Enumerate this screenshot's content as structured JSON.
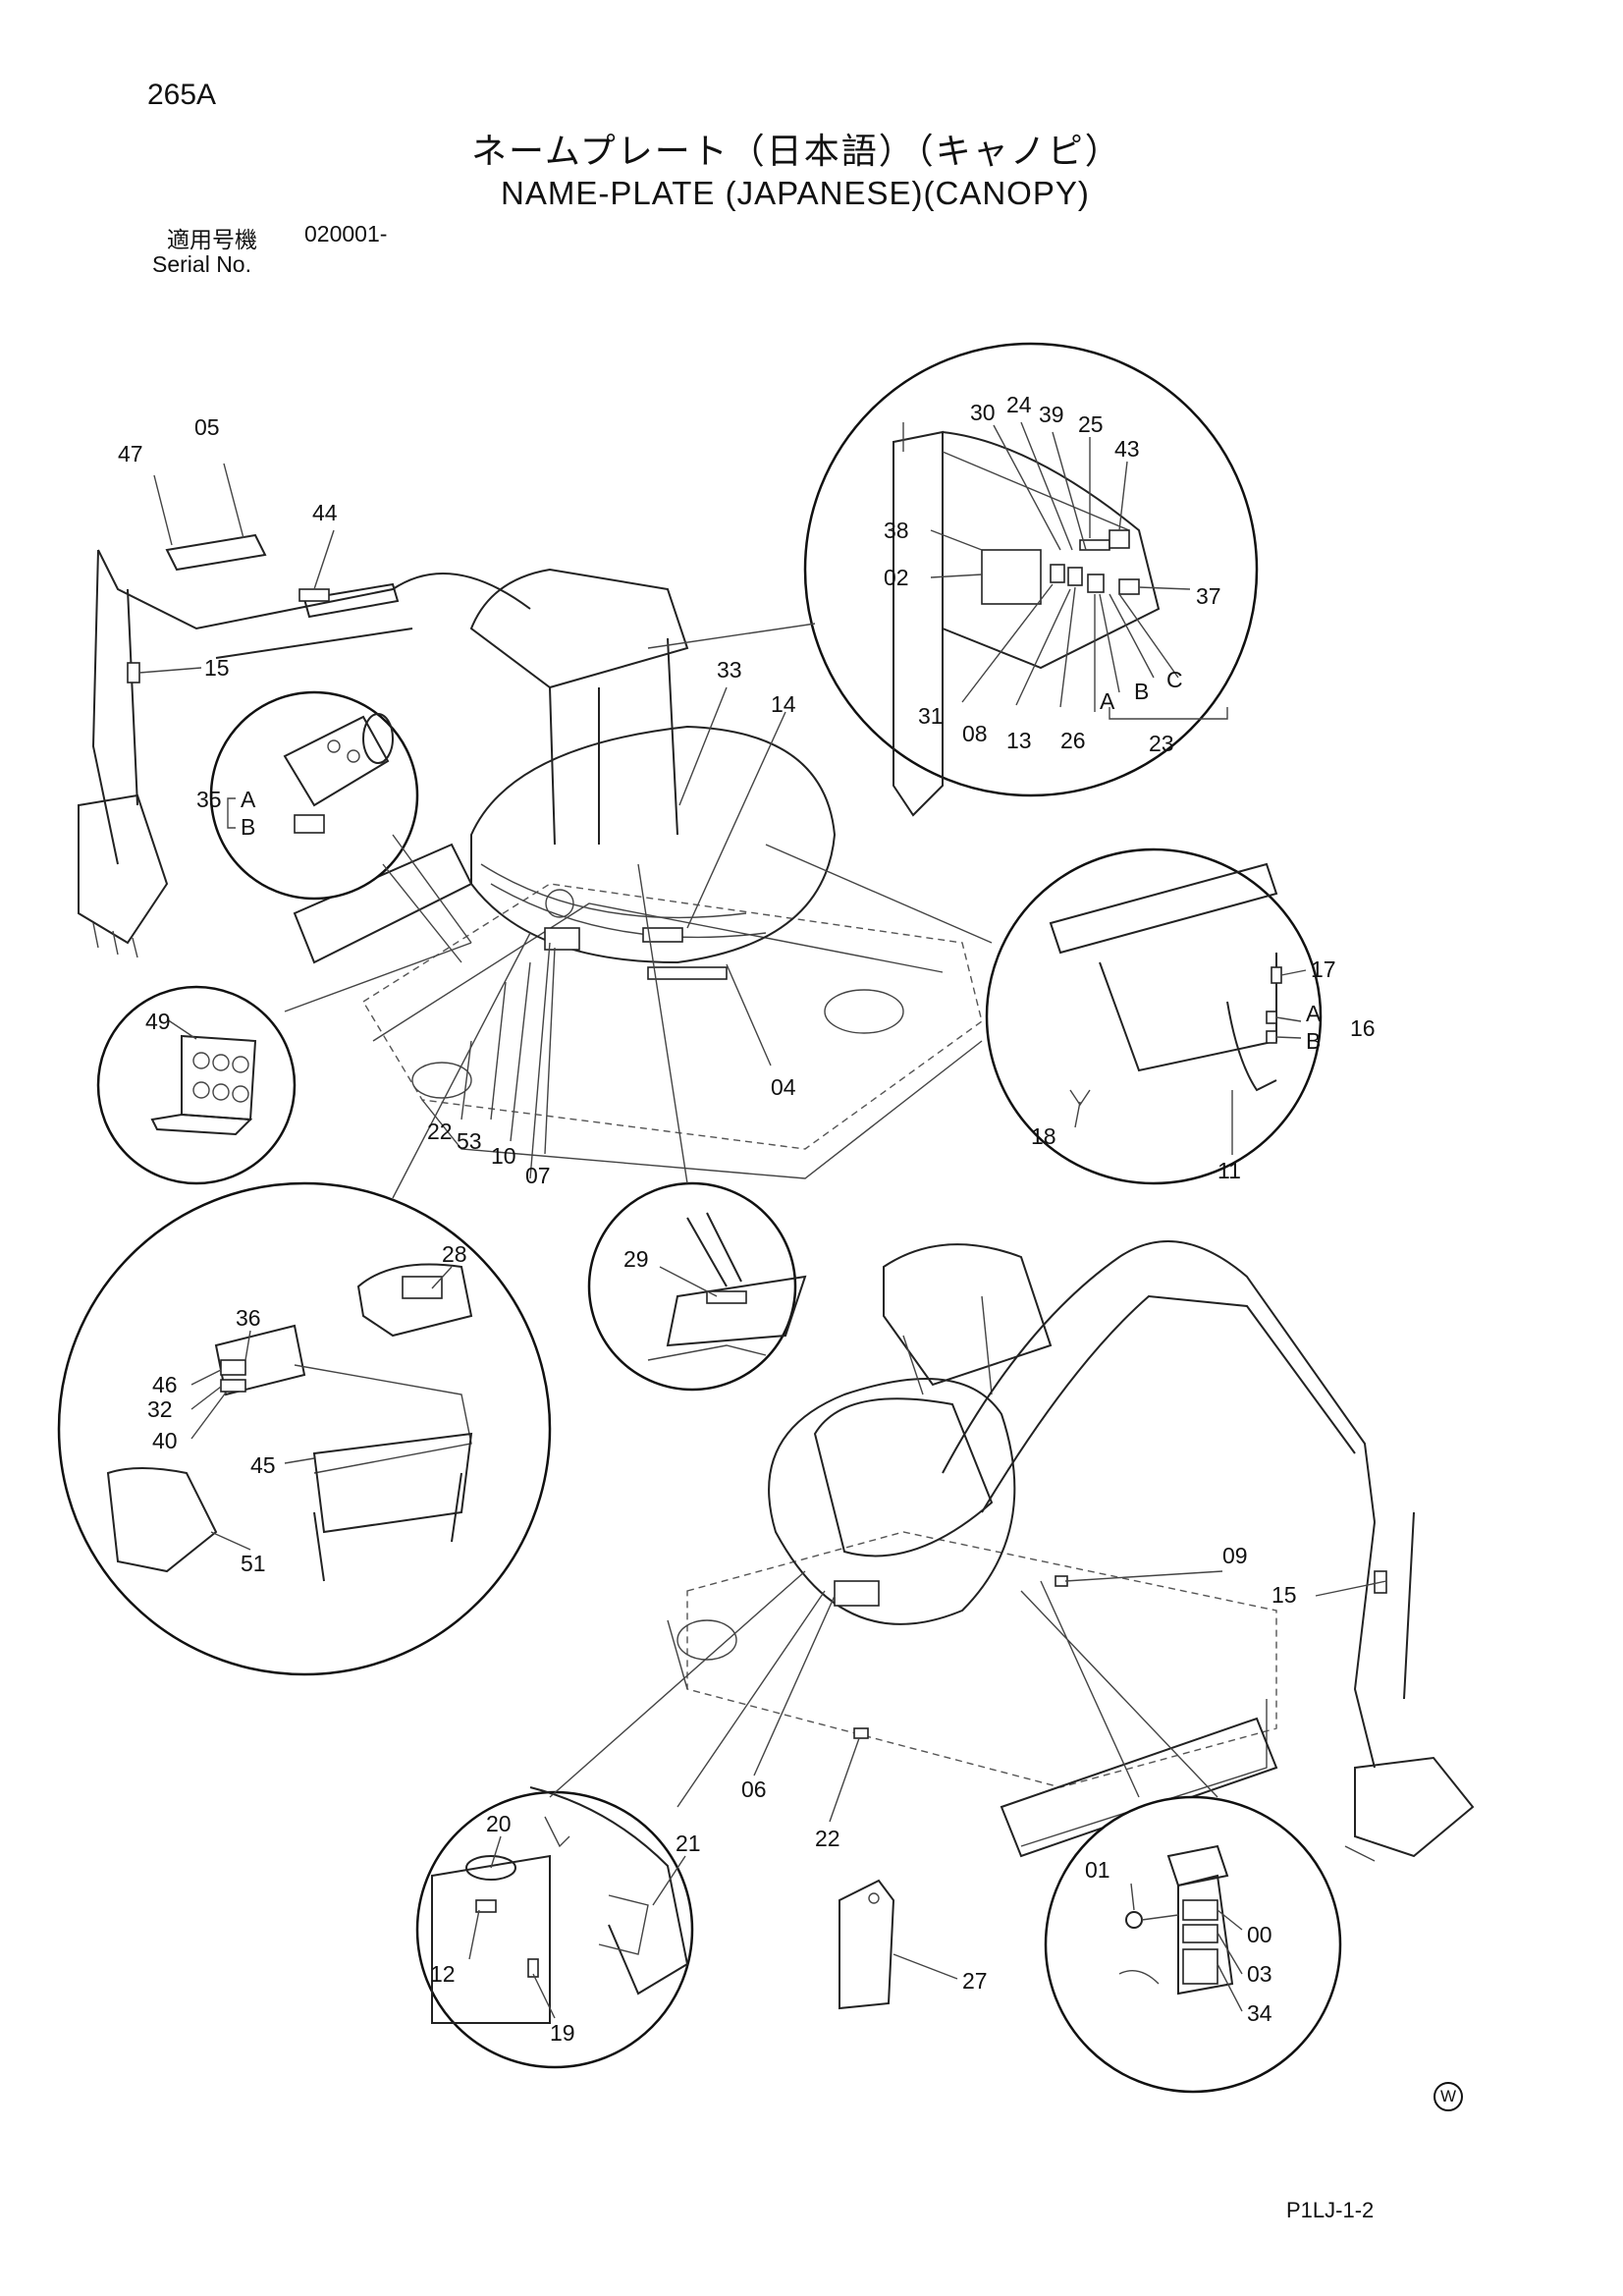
{
  "header": {
    "page_id": "265A",
    "title_jp": "ネームプレート（日本語）（キャノピ）",
    "title_en": "NAME-PLATE (JAPANESE)(CANOPY)",
    "serial_label_jp": "適用号機",
    "serial_value": "020001-",
    "serial_label_en": "Serial No."
  },
  "footer": {
    "code": "P1LJ-1-2",
    "mark": "W"
  },
  "callouts": {
    "c47": "47",
    "c05": "05",
    "c44": "44",
    "c15a": "15",
    "c35": "35",
    "c35a": "A",
    "c35b": "B",
    "c33": "33",
    "c14": "14",
    "c30": "30",
    "c24": "24",
    "c39": "39",
    "c25": "25",
    "c43": "43",
    "c38": "38",
    "c02": "02",
    "c37": "37",
    "c31": "31",
    "c08": "08",
    "c13": "13",
    "c26": "26",
    "c23a": "A",
    "c23b": "B",
    "c23c": "C",
    "c23": "23",
    "c49": "49",
    "c22a": "22",
    "c53": "53",
    "c10": "10",
    "c07": "07",
    "c04": "04",
    "c17": "17",
    "c16a": "A",
    "c16b": "B",
    "c16": "16",
    "c18": "18",
    "c11": "11",
    "c29": "29",
    "c28": "28",
    "c36": "36",
    "c46": "46",
    "c32": "32",
    "c40": "40",
    "c45": "45",
    "c51": "51",
    "c09": "09",
    "c15b": "15",
    "c06": "06",
    "c22b": "22",
    "c20": "20",
    "c21": "21",
    "c12": "12",
    "c19": "19",
    "c27": "27",
    "c01": "01",
    "c00": "00",
    "c03": "03",
    "c34": "34"
  }
}
